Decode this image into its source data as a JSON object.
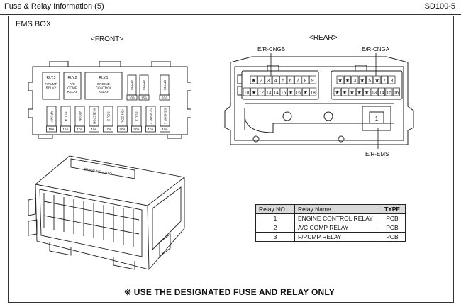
{
  "header": {
    "title": "Fuse & Relay Information (5)",
    "code": "SD100-5"
  },
  "box_title": "EMS BOX",
  "front": {
    "label": "<FRONT>",
    "relays": [
      {
        "id": "RLY.3",
        "name": [
          "F/PUMP",
          "RELAY"
        ]
      },
      {
        "id": "RLY.2",
        "name": [
          "A/C",
          "COMP",
          "RELAY"
        ]
      },
      {
        "id": "RLY.1",
        "name": [
          "ENGINE",
          "CONTROL",
          "RELAY"
        ]
      }
    ],
    "top_fuses": [
      {
        "name": "SPARE",
        "rating": "10A"
      },
      {
        "name": "SPARE",
        "rating": "15A"
      },
      {
        "name": "SPARE",
        "rating": "20A"
      }
    ],
    "bottom_fuses": [
      {
        "name": "F/PUMP",
        "rating": "15A"
      },
      {
        "name": "ECU 4",
        "rating": "15A"
      },
      {
        "name": "A/CON",
        "rating": "10A"
      },
      {
        "name": "INJECTOR",
        "rating": "10A"
      },
      {
        "name": "ECU 2",
        "rating": "10A"
      },
      {
        "name": "IGN COIL",
        "rating": "20A"
      },
      {
        "name": "ECU 1",
        "rating": "20A"
      },
      {
        "name": "SENSOR 2",
        "rating": "10A"
      },
      {
        "name": "SENSOR 1",
        "rating": "10A"
      }
    ]
  },
  "rear": {
    "label": "<REAR>",
    "connector_b": "E/R-CNGB",
    "connector_a": "E/R-CNGA",
    "connector_ems": "E/R-EMS",
    "ems_pin": "1",
    "b_row1": [
      "★",
      "2",
      "3",
      "4",
      "5",
      "6",
      "7",
      "8",
      "9"
    ],
    "b_row2": [
      "10",
      "★",
      "12",
      "13",
      "14",
      "15",
      "★",
      "16",
      "★",
      "18"
    ],
    "a_row1": [
      "★",
      "★",
      "3",
      "★",
      "5",
      "★",
      "7",
      "8"
    ],
    "a_row2": [
      "★",
      "★",
      "★",
      "★",
      "★",
      "13",
      "14",
      "15",
      "16"
    ]
  },
  "relay_table": {
    "headers": [
      "Relay NO.",
      "Relay Name",
      "TYPE"
    ],
    "rows": [
      [
        "1",
        "ENGINE CONTROL RELAY",
        "PCB"
      ],
      [
        "2",
        "A/C COMP RELAY",
        "PCB"
      ],
      [
        "3",
        "F/PUMP RELAY",
        "PCB"
      ]
    ]
  },
  "note": "※ USE THE DESIGNATED FUSE AND RELAY ONLY"
}
